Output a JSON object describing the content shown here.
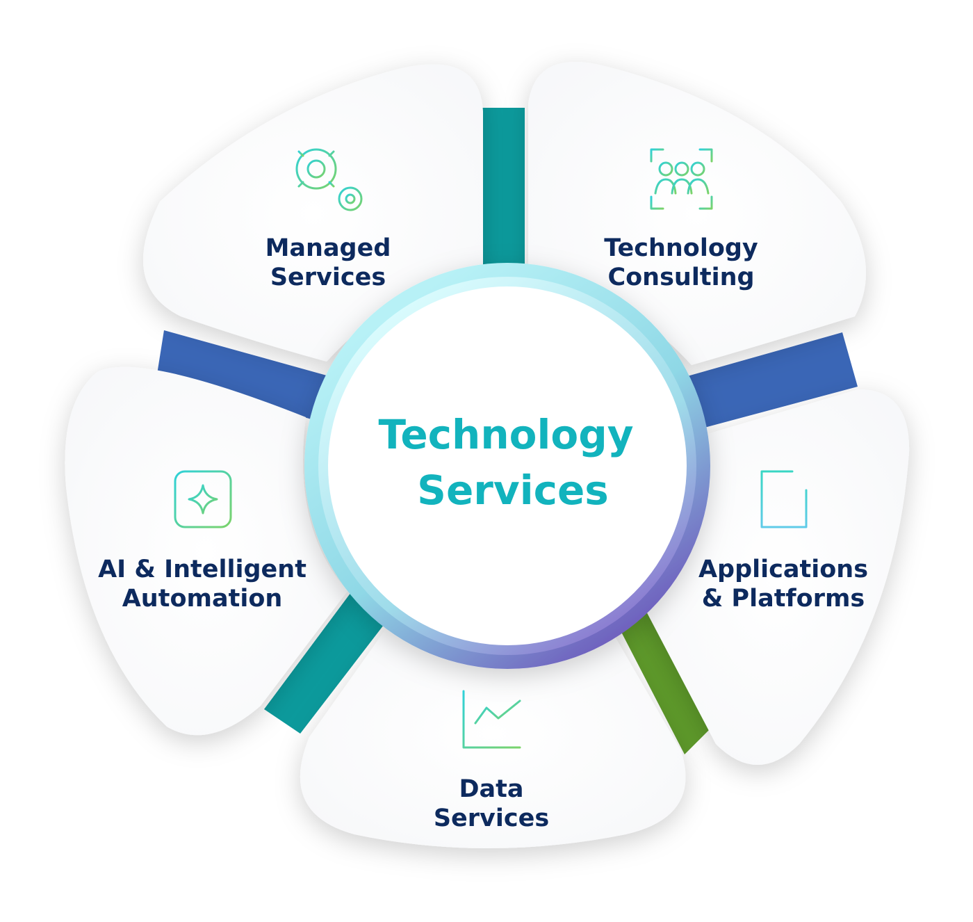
{
  "center": {
    "title_line1": "Technology",
    "title_line2": "Services"
  },
  "segments": [
    {
      "line1": "Managed",
      "line2": "Services",
      "icon": "gears-icon"
    },
    {
      "line1": "Technology",
      "line2": "Consulting",
      "icon": "team-focus-icon"
    },
    {
      "line1": "Applications",
      "line2": "& Platforms",
      "icon": "document-add-icon"
    },
    {
      "line1": "Data",
      "line2": "Services",
      "icon": "line-chart-icon"
    },
    {
      "line1": "AI & Intelligent",
      "line2": "Automation",
      "icon": "ai-chip-icon"
    }
  ],
  "colors": {
    "label_text": "#0d2a5e",
    "center_text": "#12b3bd",
    "spoke_teal": "#0c9a9c",
    "spoke_blue": "#3a66b6",
    "spoke_green": "#5e9a2a",
    "ring_light": "#a8ecf2",
    "ring_purple": "#6a4fb8"
  }
}
